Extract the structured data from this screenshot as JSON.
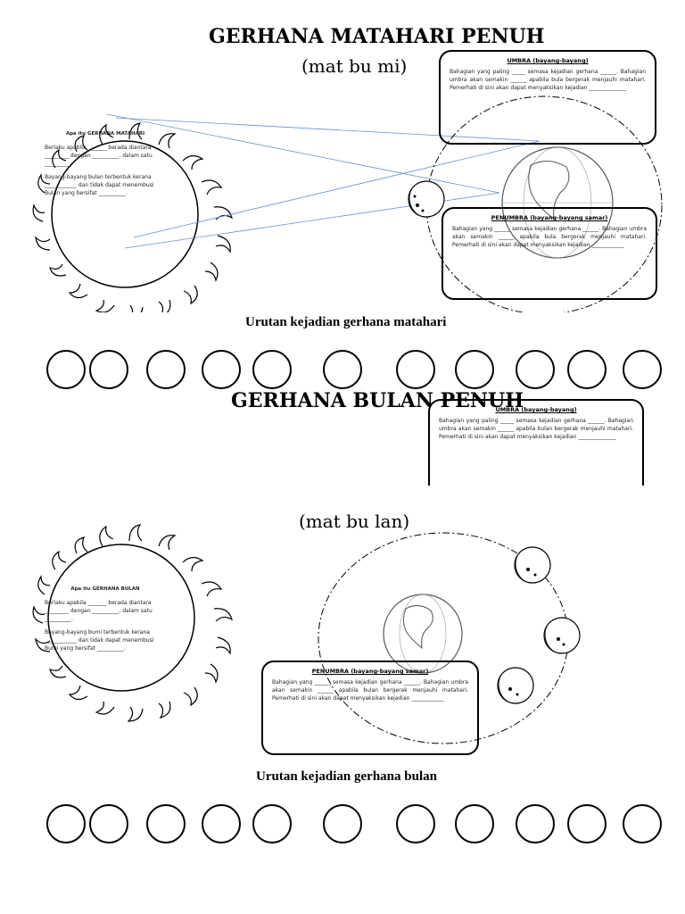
{
  "solar": {
    "title": "GERHANA MATAHARI PENUH",
    "subtitle": "(mat bu mi)",
    "sun_heading": "Apa itu GERHANA MATAHARI",
    "sun_line1": "Berlaku apabila _______ berada diantara _________ dengan __________, dalam satu __________.",
    "sun_line2": "Bayang-bayang bulan terbentuk kerana ____________ dan tidak dapat menembusi Bulan yang bersifat __________.",
    "umbra_title": "UMBRA (bayang-bayang)",
    "umbra_text": "Bahagian yang paling _____ semasa kejadian gerhana ______. Bahagian umbra akan semakin ______ apabila bula bergerak menjauhi matahari. Pemerhati di sini akan dapat menyaksikan kejadian ______________",
    "penumbra_title": "PENUMBRA (bayang-bayang samar)",
    "penumbra_text": "Bahagian yang ______ semasa kejadian gerhana ______. Bahagian umbra akan semakin ______ apabila bula bergerak menjauhi matahari. Pemerhati di sini akan dapat menyaksikan kejadian ____________",
    "sequence_label": "Urutan kejadian gerhana matahari"
  },
  "lunar": {
    "title": "GERHANA BULAN PENUH",
    "subtitle": "(mat bu lan)",
    "sun_heading": "Apa itu GERHANA BULAN",
    "sun_line1": "Berlaku apabila _______ berada diantara _________ dengan __________, dalam satu __________.",
    "sun_line2": "Bayang-bayang bumi terbentuk kerana ____________ dan tidak dapat menembusi Bumi yang bersifat __________.",
    "umbra_title": "UMBRA (bayang-bayang)",
    "umbra_text": "Bahagian yang paling _____ semasa kejadian gerhana ______. Bahagian umbra akan semakin ______ apabila bulan bergerak menjauhi matahari. Pemerhati di sini akan dapat menyaksikan kejadian ______________",
    "penumbra_title": "PENUMBRA (bayang-bayang samar)",
    "penumbra_text": "Bahagian yang ______ semasa kejadian gerhana ______. Bahagian umbra akan semakin ______ apabila bulan bergerak menjauhi matahari. Pemerhati di sini akan dapat menyaksikan kejadian ____________",
    "sequence_label": "Urutan kejadian gerhana bulan"
  }
}
